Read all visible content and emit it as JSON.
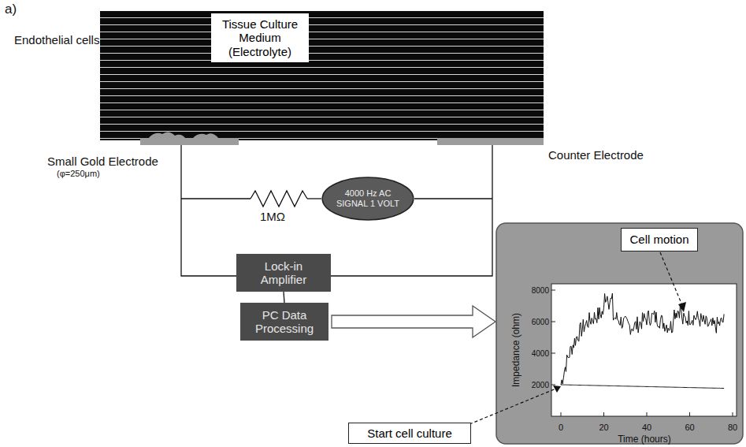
{
  "diagram": {
    "nodes": [
      {
        "text": [
          "Tissue Culture Medium (Electrolyte)"
        ]
      },
      {
        "text": [
          "4000 Hz AC SIGNAL 1 VOLT"
        ]
      },
      {
        "text": [
          "Lock-in Amplifier"
        ]
      },
      {
        "text": [
          "PC Data Processing"
        ]
      },
      {
        "text": [
          "Cell motion"
        ]
      },
      {
        "text": [
          "Start cell culture"
        ]
      }
    ],
    "edges": [
      {
        "from": 2,
        "to": 3,
        "arrow": "none"
      }
    ],
    "labels": [
      "a)",
      "Endothelial cells",
      "Small Gold Electrode",
      "(φ=250μm)",
      "Counter Electrode",
      "1MΩ",
      "8000",
      "6000",
      "4000",
      "2000",
      "Impedance (ohm)",
      "0",
      "20",
      "40",
      "60",
      "80",
      "Time (hours)"
    ]
  }
}
